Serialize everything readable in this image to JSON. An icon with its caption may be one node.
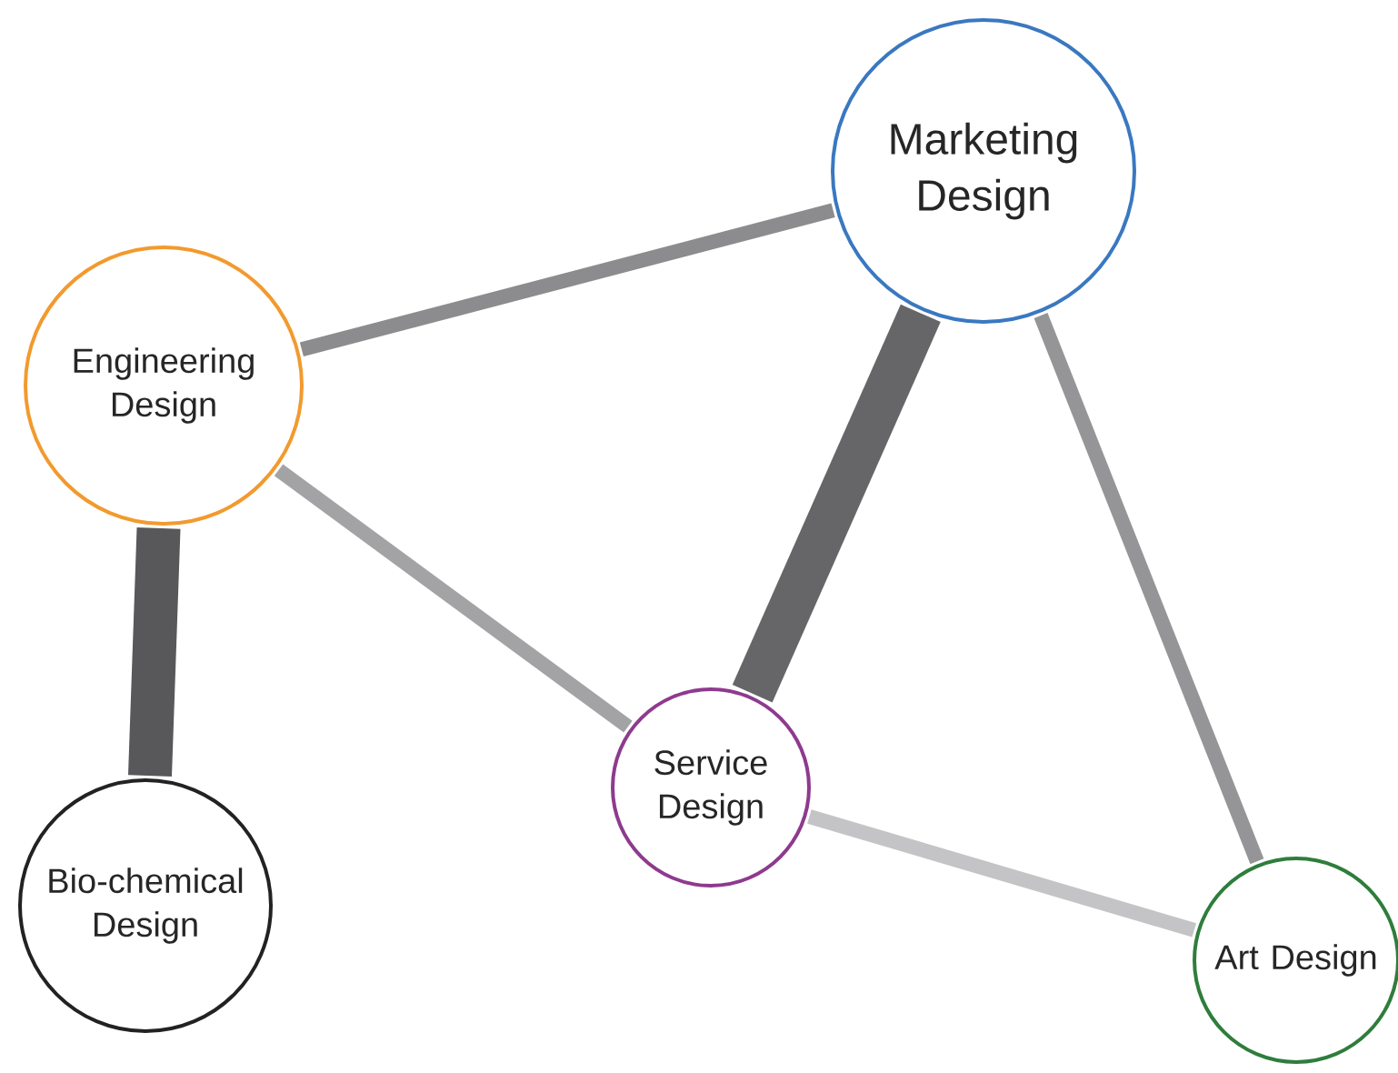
{
  "diagram": {
    "nodes": [
      {
        "text": [
          "Marketing Design"
        ]
      },
      {
        "text": [
          "Engineering Design"
        ]
      },
      {
        "text": [
          "Service Design"
        ]
      },
      {
        "text": [
          "Bio-chemical Design"
        ]
      },
      {
        "text": [
          "Art Design"
        ]
      }
    ],
    "edges": [
      {
        "from": 1,
        "to": 0,
        "arrow": "none",
        "color": "#8c8c8e"
      },
      {
        "from": 1,
        "to": 3,
        "arrow": "none",
        "style": "thick",
        "color": "#58585a"
      },
      {
        "from": 1,
        "to": 2,
        "arrow": "none",
        "color": "#a3a3a5"
      },
      {
        "from": 0,
        "to": 2,
        "arrow": "none",
        "style": "thick",
        "color": "#666668"
      },
      {
        "from": 0,
        "to": 4,
        "arrow": "none",
        "color": "#959597"
      },
      {
        "from": 2,
        "to": 4,
        "arrow": "none",
        "color": "#c4c4c6"
      }
    ]
  }
}
